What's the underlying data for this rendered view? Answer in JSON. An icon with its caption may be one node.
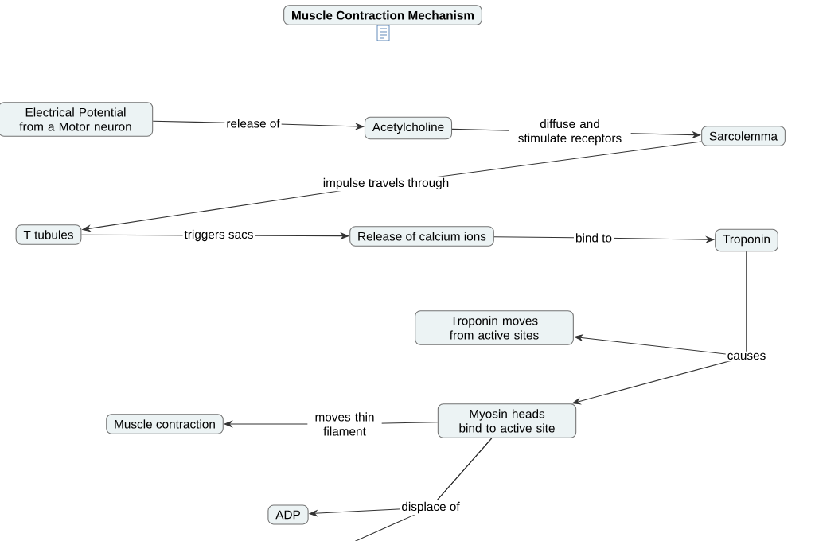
{
  "diagram": {
    "nodes": [
      {
        "text": [
          "Muscle Contraction Mechanism"
        ]
      },
      {
        "text": [
          "Electrical Potential from a Motor neuron"
        ]
      },
      {
        "text": [
          "Acetylcholine"
        ]
      },
      {
        "text": [
          "Sarcolemma"
        ]
      },
      {
        "text": [
          "T tubules"
        ]
      },
      {
        "text": [
          "Release of calcium ions"
        ]
      },
      {
        "text": [
          "Troponin"
        ]
      },
      {
        "text": [
          "Troponin moves from active sites"
        ]
      },
      {
        "text": [
          "Muscle contraction"
        ]
      },
      {
        "text": [
          "Myosin heads bind to active site"
        ]
      },
      {
        "text": [
          "ADP"
        ]
      }
    ],
    "edges": [
      {
        "from": 1,
        "to": 2,
        "arrow": "to",
        "label": "release of"
      },
      {
        "from": 2,
        "to": 3,
        "arrow": "to",
        "label": "diffuse and stimulate receptors"
      },
      {
        "from": 3,
        "to": 4,
        "arrow": "to",
        "label": "impulse travels through"
      },
      {
        "from": 4,
        "to": 5,
        "arrow": "to",
        "label": "triggers sacs"
      },
      {
        "from": 5,
        "to": 6,
        "arrow": "to",
        "label": "bind to"
      },
      {
        "from": 6,
        "to": 7,
        "arrow": "to",
        "label": "causes"
      },
      {
        "from": 6,
        "to": 9,
        "arrow": "to"
      },
      {
        "from": 9,
        "to": 8,
        "arrow": "to",
        "label": "moves thin filament"
      },
      {
        "from": 9,
        "to": 10,
        "arrow": "to",
        "label": "displace of"
      },
      {
        "from": 9,
        "to": null,
        "arrow": "none"
      }
    ]
  }
}
